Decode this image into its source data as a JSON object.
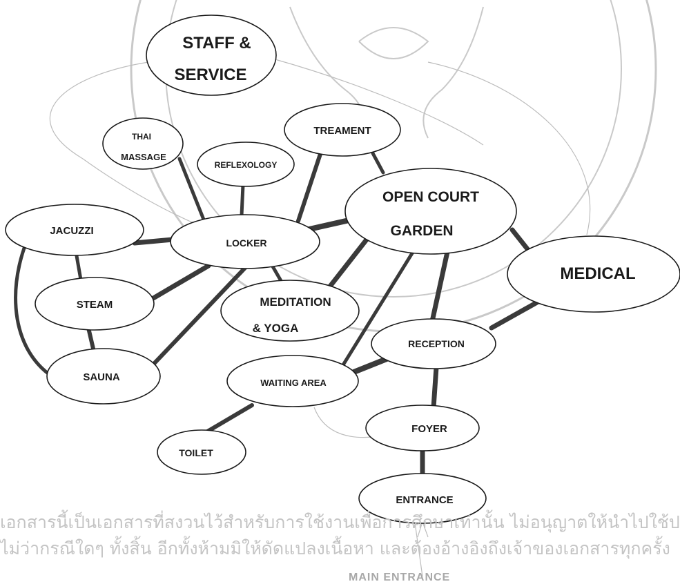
{
  "nodes": {
    "staff_service": {
      "line1": "STAFF &",
      "line2": "SERVICE"
    },
    "thai_massage": {
      "line1": "THAI",
      "line2": "MASSAGE"
    },
    "reflexology": "REFLEXOLOGY",
    "treament": "TREAMENT",
    "open_court": {
      "line1": "OPEN COURT",
      "line2": "GARDEN"
    },
    "jacuzzi": "JACUZZI",
    "locker": "LOCKER",
    "medical": "MEDICAL",
    "steam": "STEAM",
    "meditation": {
      "line1": "MEDITATION",
      "line2": "& YOGA"
    },
    "reception": "RECEPTION",
    "sauna": "SAUNA",
    "waiting_area": "WAITING AREA",
    "foyer": "FOYER",
    "toilet": "TOILET",
    "entrance": "ENTRANCE"
  },
  "main_entrance": "MAIN ENTRANCE",
  "watermark": {
    "line1": "เอกสารนี้เป็นเอกสารที่สงวนไว้สำหรับการใช้งานเพื่อการศึกษาเท่านั้น ไม่อนุญาตให้นำไปใช้ประ",
    "line2": "ไม่ว่ากรณีใดๆ ทั้งสิ้น อีกทั้งห้ามมิให้ดัดแปลงเนื้อหา และต้องอ้างอิงถึงเจ้าของเอกสารทุกครั้ง"
  }
}
